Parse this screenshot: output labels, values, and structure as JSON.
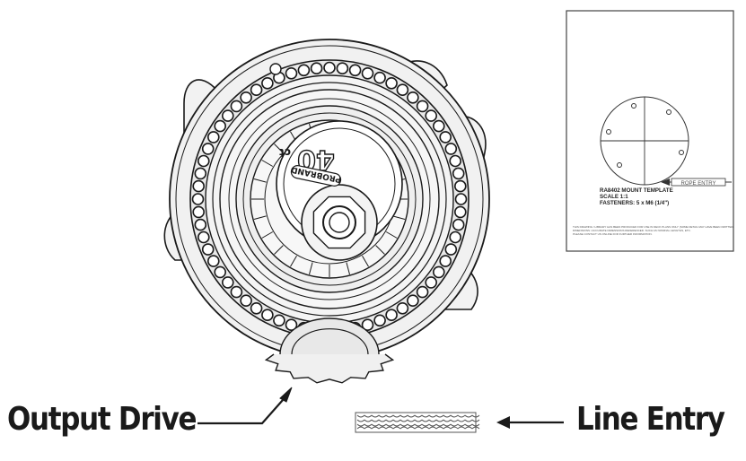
{
  "labels": {
    "output_drive": "Output Drive",
    "line_entry": "Line Entry"
  },
  "hub": {
    "tooth_count": "40",
    "tooth_suffix": "ct",
    "brand_mark": "PROBRAND"
  },
  "template_sheet": {
    "title": "RA8402 MOUNT TEMPLATE",
    "scale": "SCALE 1:1",
    "fasteners": "FASTENERS: 5 x M6 (1/4\")",
    "rope_entry": "ROPE ENTRY",
    "fine_print_1": "THIS DRAWING / LIBRARY HAS BEEN PRODUCED FOR USE IN DECK PLANS ONLY (SOME DETAIL MAY HAVE BEEN OMITTED)",
    "fine_print_2": "DIMENSIONS / ACCURATE DIMENSIONS REFERENCED. SUCH AS NOMINAL LENGTHS, ETC.",
    "fine_print_3": "PLEASE CONTACT US ONLINE FOR FURTHER INFORMATION."
  },
  "colors": {
    "ink": "#1a1a1a",
    "body_fill": "#eeeeee",
    "paper": "#ffffff"
  }
}
